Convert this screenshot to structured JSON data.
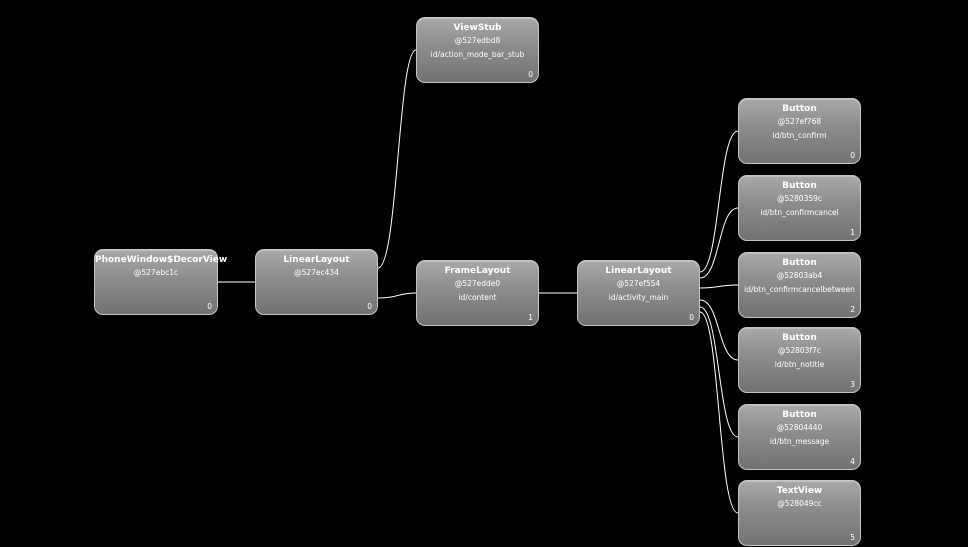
{
  "nodes": [
    {
      "class": "PhoneWindow$DecorView",
      "hash": "@527ebc1c",
      "id": "",
      "index": "0"
    },
    {
      "class": "LinearLayout",
      "hash": "@527ec434",
      "id": "",
      "index": "0"
    },
    {
      "class": "ViewStub",
      "hash": "@527edbd8",
      "id": "id/action_mode_bar_stub",
      "index": "0"
    },
    {
      "class": "FrameLayout",
      "hash": "@527edde0",
      "id": "id/content",
      "index": "1"
    },
    {
      "class": "LinearLayout",
      "hash": "@527ef554",
      "id": "id/activity_main",
      "index": "0"
    },
    {
      "class": "Button",
      "hash": "@527ef768",
      "id": "id/btn_confirm",
      "index": "0"
    },
    {
      "class": "Button",
      "hash": "@5280359c",
      "id": "id/btn_confirmcancel",
      "index": "1"
    },
    {
      "class": "Button",
      "hash": "@52803ab4",
      "id": "id/btn_confirmcancelbetween",
      "index": "2"
    },
    {
      "class": "Button",
      "hash": "@52803f7c",
      "id": "id/btn_notitle",
      "index": "3"
    },
    {
      "class": "Button",
      "hash": "@52804440",
      "id": "id/btn_message",
      "index": "4"
    },
    {
      "class": "TextView",
      "hash": "@528049cc",
      "id": "",
      "index": "5"
    }
  ]
}
